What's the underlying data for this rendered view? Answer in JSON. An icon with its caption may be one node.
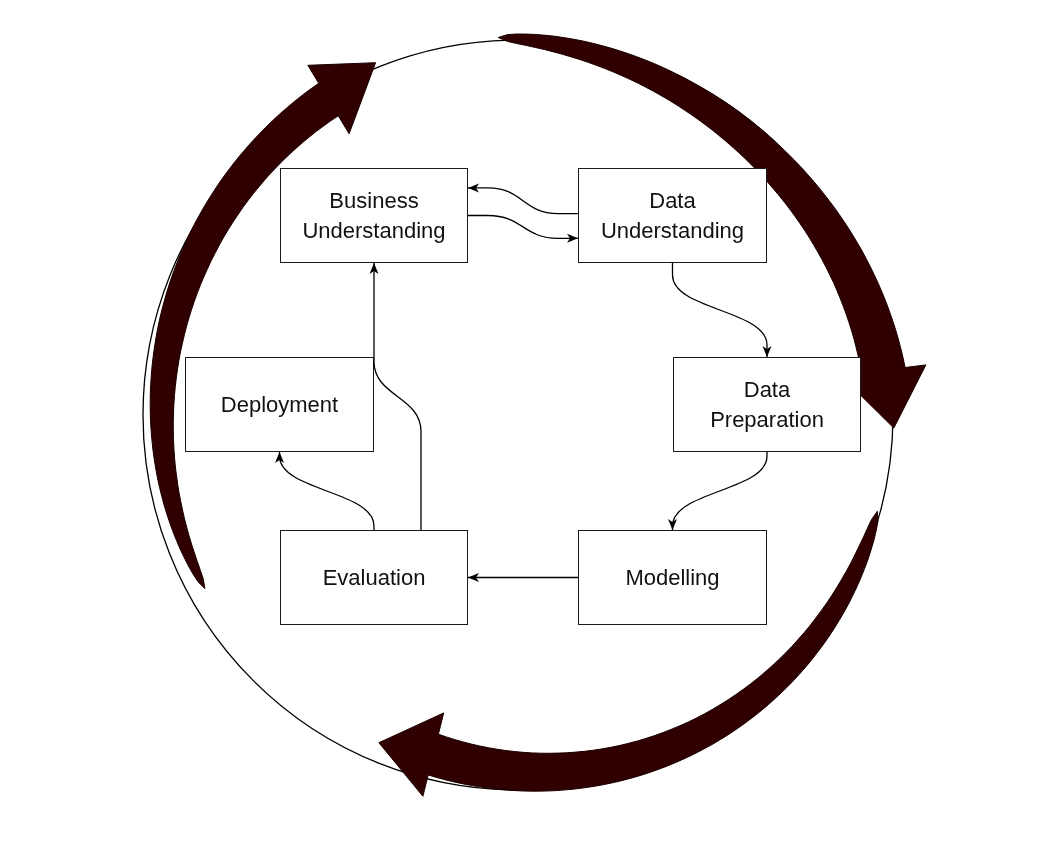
{
  "diagram": {
    "nodes": [
      {
        "text": [
          "Business Understanding"
        ]
      },
      {
        "text": [
          "Data Understanding"
        ]
      },
      {
        "text": [
          "Data Preparation"
        ]
      },
      {
        "text": [
          "Modelling"
        ]
      },
      {
        "text": [
          "Evaluation"
        ]
      },
      {
        "text": [
          "Deployment"
        ]
      }
    ],
    "edges": [
      {
        "from": 1,
        "to": 0,
        "arrow": "to"
      },
      {
        "from": 0,
        "to": 1,
        "arrow": "to"
      },
      {
        "from": 1,
        "to": 2,
        "arrow": "to"
      },
      {
        "from": 2,
        "to": 3,
        "arrow": "to"
      },
      {
        "from": 3,
        "to": 4,
        "arrow": "to"
      },
      {
        "from": 4,
        "to": 5,
        "arrow": "to"
      },
      {
        "from": 4,
        "to": 0,
        "arrow": "to"
      }
    ]
  }
}
